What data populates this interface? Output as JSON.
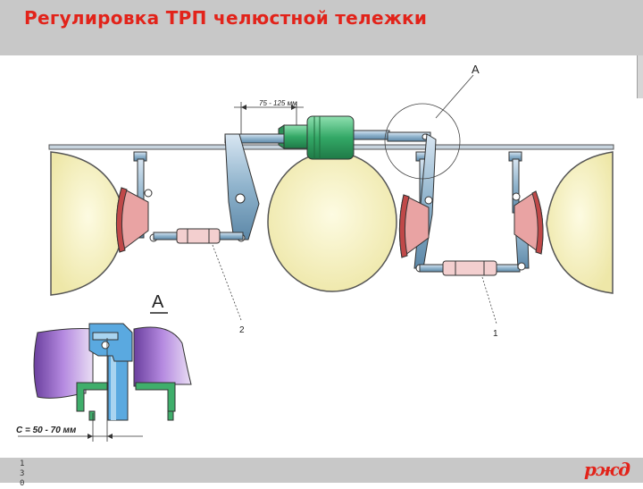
{
  "title": "Регулировка ТРП челюстной тележки",
  "labels": {
    "callout_a": "А",
    "detail_a": "А",
    "dimension_top": "75 - 125 мм",
    "dimension_c": "С = 50 - 70 мм",
    "part_1": "1",
    "part_2": "2"
  },
  "footer": {
    "page_number": "13 0",
    "logo": "ржд"
  },
  "colors": {
    "accent": "#e2231a",
    "bars": "#c8c8c8",
    "wheel": "#f7f3c0",
    "cylinder": "#3fae6b",
    "brake_shoe": "#e07a7a",
    "lever": "#8fb3cc",
    "detail_body": "#8a5fb8"
  }
}
